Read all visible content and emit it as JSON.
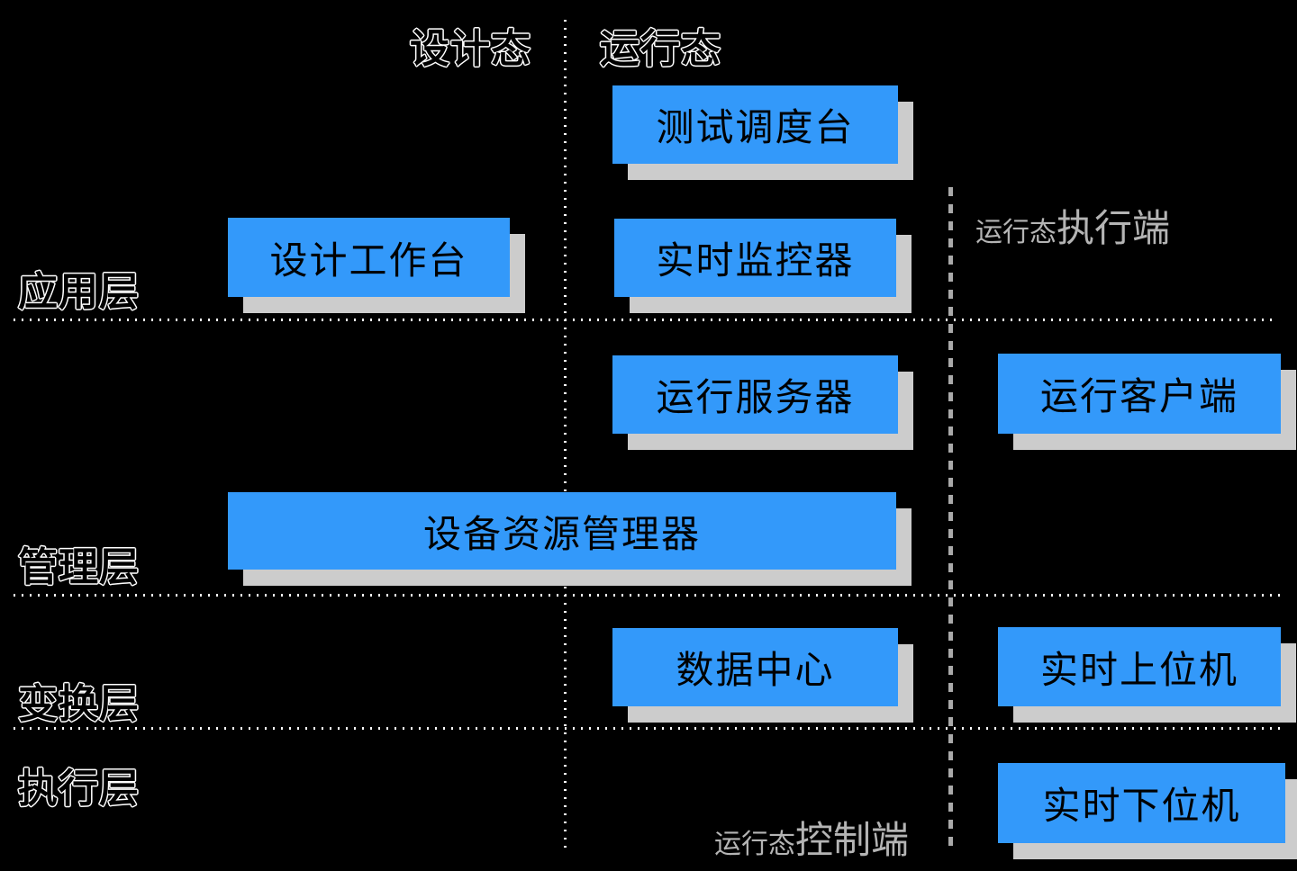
{
  "colors": {
    "background": "#000000",
    "box_fill": "#3399FA",
    "box_text": "#000000",
    "box_shadow": "#CCCCCC",
    "divider_white": "#FFFFFF",
    "divider_gray": "#A9A9A9",
    "side_label_gray": "#B4B4B4"
  },
  "top_labels": {
    "design_state": "设计态",
    "runtime_state": "运行态"
  },
  "layers": [
    {
      "id": "application",
      "label": "应用层"
    },
    {
      "id": "management",
      "label": "管理层"
    },
    {
      "id": "transformation",
      "label": "变换层"
    },
    {
      "id": "execution",
      "label": "执行层"
    }
  ],
  "boxes": [
    {
      "id": "test-dispatch-console",
      "label": "测试调度台"
    },
    {
      "id": "design-workbench",
      "label": "设计工作台"
    },
    {
      "id": "realtime-monitor",
      "label": "实时监控器"
    },
    {
      "id": "runtime-server",
      "label": "运行服务器"
    },
    {
      "id": "runtime-client",
      "label": "运行客户端"
    },
    {
      "id": "device-resource-manager",
      "label": "设备资源管理器"
    },
    {
      "id": "data-center",
      "label": "数据中心"
    },
    {
      "id": "realtime-upper-computer",
      "label": "实时上位机"
    },
    {
      "id": "realtime-lower-computer",
      "label": "实时下位机"
    }
  ],
  "side_labels": {
    "executor": {
      "prefix": "运行态",
      "main": "执行端"
    },
    "controller": {
      "prefix": "运行态",
      "main": "控制端"
    }
  }
}
